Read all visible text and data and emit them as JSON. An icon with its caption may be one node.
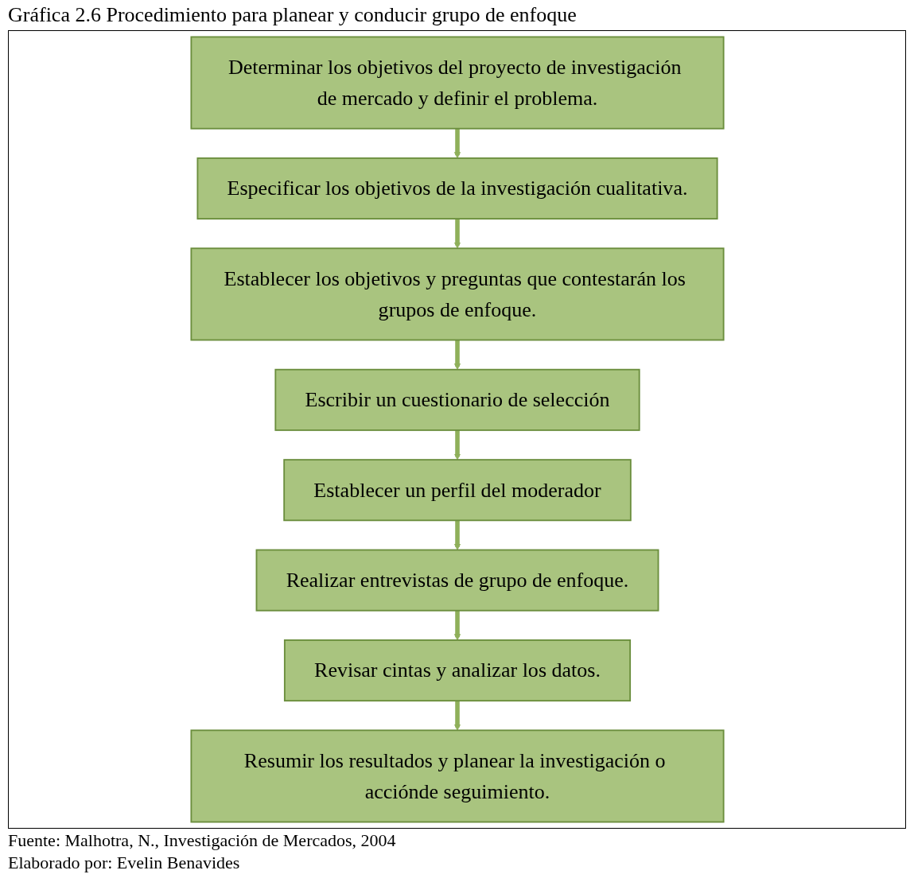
{
  "diagram": {
    "title": "Gráfica 2.6 Procedimiento para planear y conducir grupo de enfoque",
    "nodes": [
      {
        "text": [
          "Determinar los objetivos del proyecto de investigación de mercado y definir el problema."
        ]
      },
      {
        "text": [
          "Especificar los objetivos de la investigación cualitativa."
        ]
      },
      {
        "text": [
          "Establecer los objetivos y preguntas que contestarán los grupos de enfoque."
        ]
      },
      {
        "text": [
          "Escribir un cuestionario de selección"
        ]
      },
      {
        "text": [
          "Establecer un perfil del moderador"
        ]
      },
      {
        "text": [
          "Realizar entrevistas de grupo de enfoque."
        ]
      },
      {
        "text": [
          "Revisar cintas y analizar los datos."
        ]
      },
      {
        "text": [
          "Resumir los resultados y planear la investigación o acciónde seguimiento."
        ]
      }
    ],
    "edges": [
      {
        "from": 0,
        "to": 1,
        "arrow": "to"
      },
      {
        "from": 1,
        "to": 2,
        "arrow": "to"
      },
      {
        "from": 2,
        "to": 3,
        "arrow": "to"
      },
      {
        "from": 3,
        "to": 4,
        "arrow": "to"
      },
      {
        "from": 4,
        "to": 5,
        "arrow": "to"
      },
      {
        "from": 5,
        "to": 6,
        "arrow": "to"
      },
      {
        "from": 6,
        "to": 7,
        "arrow": "to"
      }
    ],
    "labels": [
      "Fuente: Malhotra, N., Investigación de Mercados, 2004",
      "Elaborado por: Evelin Benavides"
    ]
  }
}
